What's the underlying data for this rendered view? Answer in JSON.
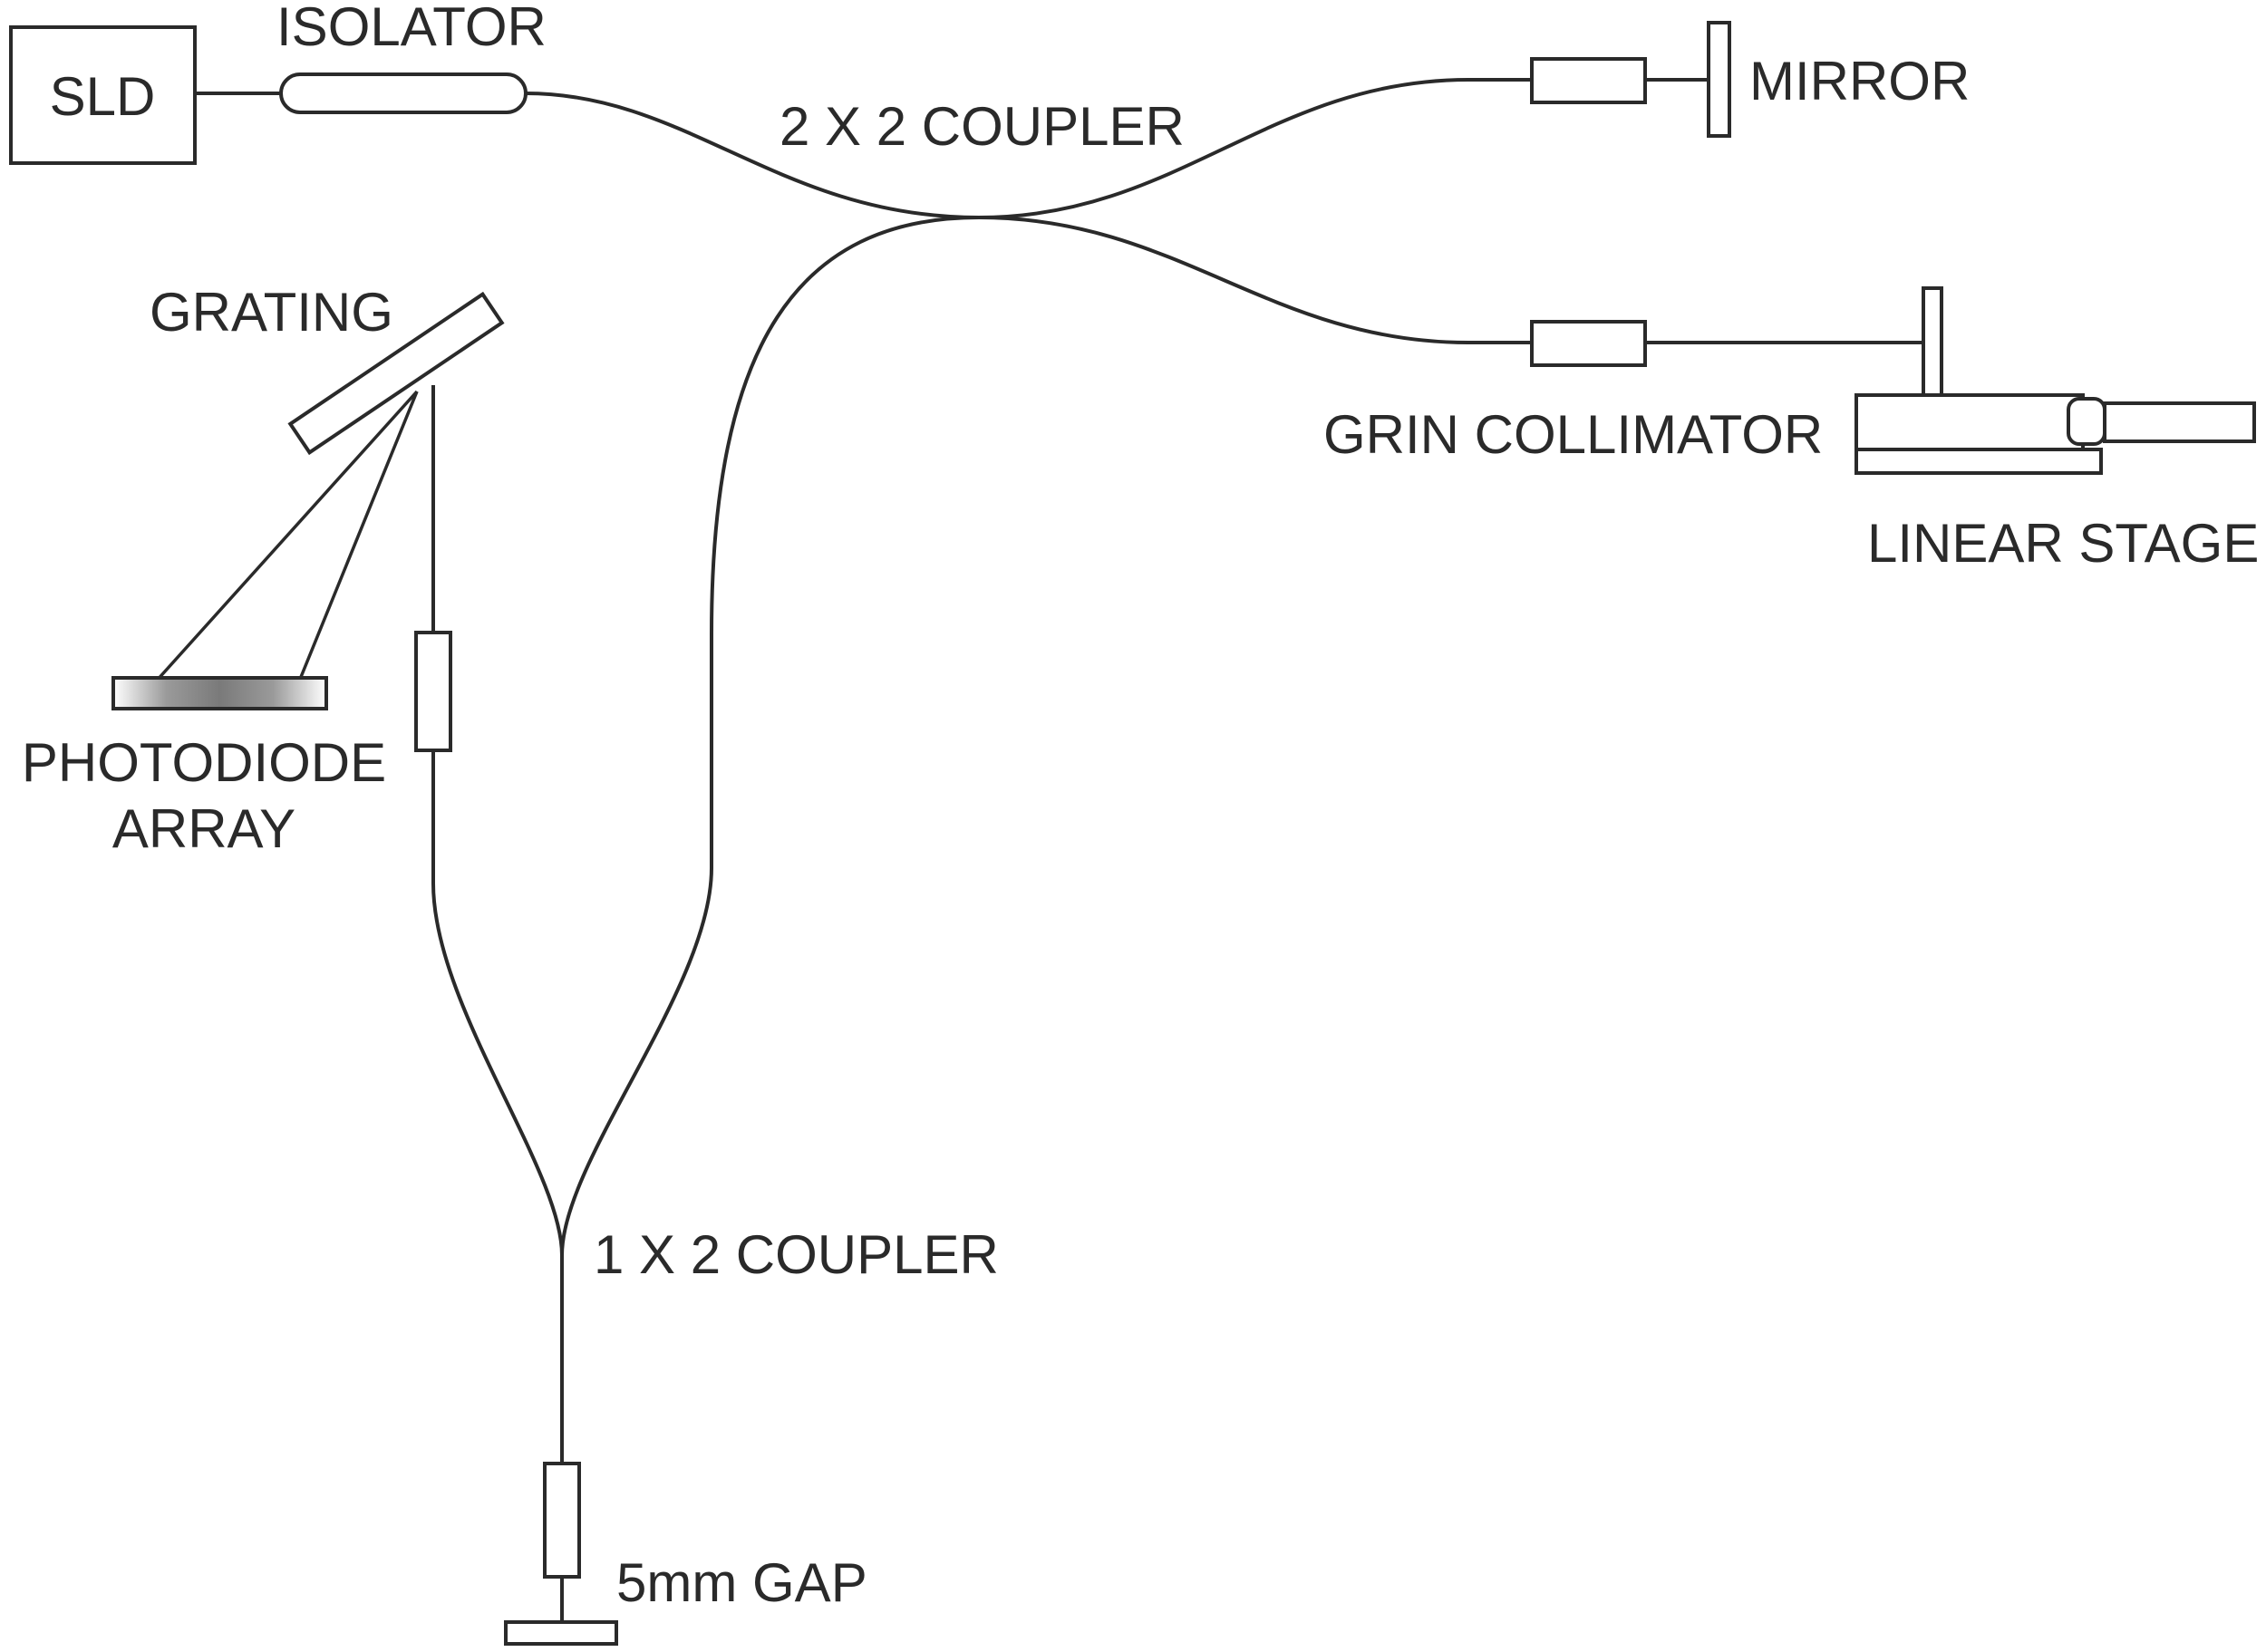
{
  "labels": {
    "sld": "SLD",
    "isolator": "ISOLATOR",
    "coupler_2x2": "2 X 2 COUPLER",
    "mirror": "MIRROR",
    "grating": "GRATING",
    "grin_collimator": "GRIN COLLIMATOR",
    "linear_stage": "LINEAR STAGE",
    "photodiode_array_line1": "PHOTODIODE",
    "photodiode_array_line2": "ARRAY",
    "coupler_1x2": "1 X 2 COUPLER",
    "gap": "5mm GAP"
  },
  "colors": {
    "line": "#2a2a2a",
    "background": "#ffffff"
  }
}
